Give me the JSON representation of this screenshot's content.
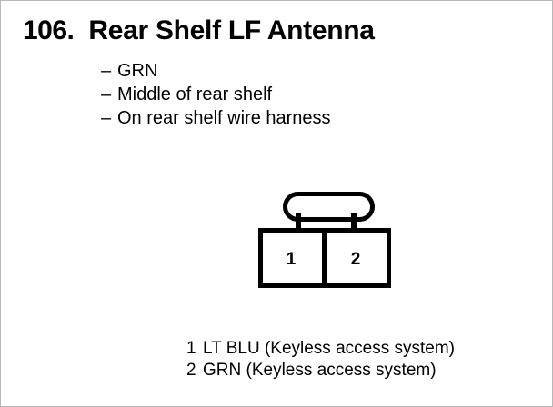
{
  "heading": {
    "number": "106.",
    "title": "Rear Shelf LF Antenna"
  },
  "bullets": [
    {
      "dash": "–",
      "text": "GRN"
    },
    {
      "dash": "–",
      "text": "Middle of rear shelf"
    },
    {
      "dash": "–",
      "text": "On rear shelf wire harness"
    }
  ],
  "connector": {
    "name": "2-cavity connector face view",
    "cavities": [
      {
        "number": "1"
      },
      {
        "number": "2"
      }
    ],
    "stroke_color": "#000000",
    "fill_color": "#ffffff"
  },
  "legend": {
    "rows": [
      {
        "pin": "1",
        "label": "LT BLU (Keyless access system)"
      },
      {
        "pin": "2",
        "label": "GRN (Keyless access system)"
      }
    ]
  }
}
